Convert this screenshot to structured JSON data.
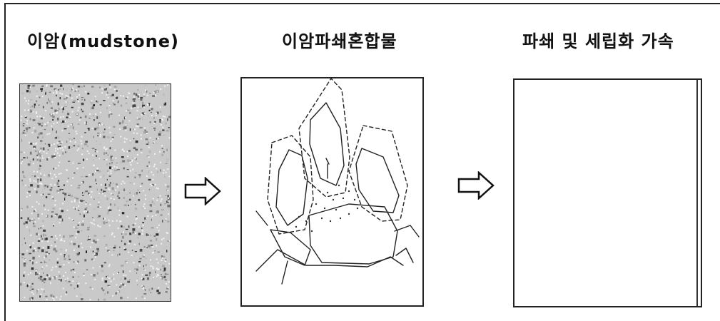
{
  "stages": [
    {
      "title": "이암(mudstone)"
    },
    {
      "title": "이암파쇄혼합물"
    },
    {
      "title": "파쇄 및 세립화 가속"
    }
  ],
  "colors": {
    "line": "#222222",
    "stipple": "#3a3a3a",
    "background": "#ffffff"
  }
}
